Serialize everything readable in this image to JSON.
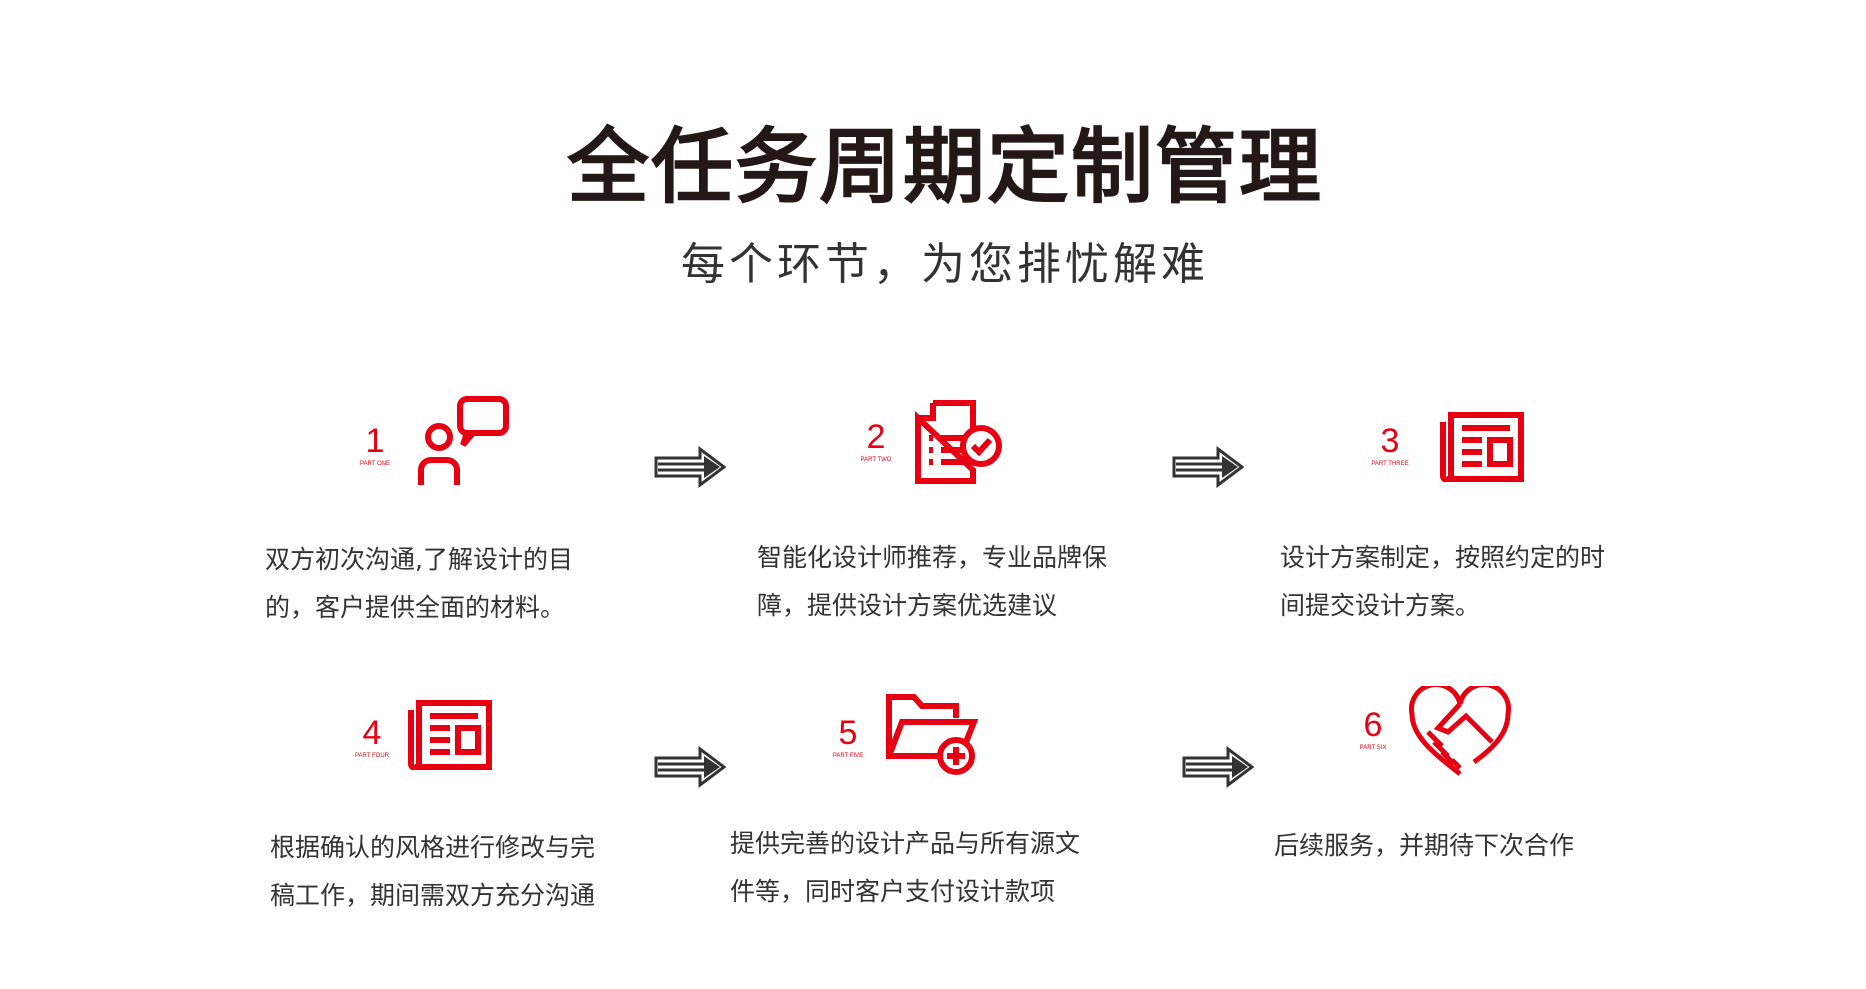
{
  "title": "全任务周期定制管理",
  "subtitle": "每个环节，为您排忧解难",
  "steps": [
    {
      "number": "1",
      "part": "PART ONE",
      "icon": "consultation-icon",
      "lines": [
        "双方初次沟通,了解设计的目",
        "的，客户提供全面的材料。"
      ]
    },
    {
      "number": "2",
      "part": "PART TWO",
      "icon": "document-check-icon",
      "lines": [
        "智能化设计师推荐，专业品牌保",
        "障，提供设计方案优选建议"
      ]
    },
    {
      "number": "3",
      "part": "PART THREE",
      "icon": "newspaper-icon",
      "lines": [
        "设计方案制定，按照约定的时",
        "间提交设计方案。"
      ]
    },
    {
      "number": "4",
      "part": "PART FOUR",
      "icon": "newspaper-icon",
      "lines": [
        "根据确认的风格进行修改与完",
        "稿工作，期间需双方充分沟通"
      ]
    },
    {
      "number": "5",
      "part": "PART FIVE",
      "icon": "folder-add-icon",
      "lines": [
        "提供完善的设计产品与所有源文",
        "件等，同时客户支付设计款项"
      ]
    },
    {
      "number": "6",
      "part": "PART SIX",
      "icon": "handshake-heart-icon",
      "lines": [
        "后续服务，并期待下次合作"
      ]
    }
  ],
  "colors": {
    "accent": "#e60012",
    "title": "#231815"
  }
}
